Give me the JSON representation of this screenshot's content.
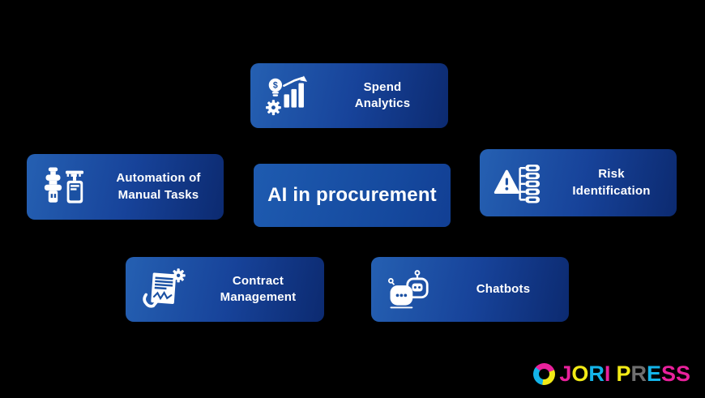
{
  "canvas": {
    "background": "#000000"
  },
  "colors": {
    "box_gradient_start": "#2560b2",
    "box_gradient_mid": "#17439a",
    "box_gradient_end": "#0c2a70",
    "center_box": "#1b53a7",
    "text": "#ffffff",
    "icon_cutout": "#1b51a3"
  },
  "center": {
    "label": "AI in procurement"
  },
  "nodes": [
    {
      "id": "spend-analytics",
      "label": "Spend\nAnalytics",
      "icon": "spend-analytics-icon",
      "position": "top"
    },
    {
      "id": "automation-of-manual-tasks",
      "label": "Automation of\nManual Tasks",
      "icon": "robot-arm-icon",
      "position": "left"
    },
    {
      "id": "risk-identification",
      "label": "Risk\nIdentification",
      "icon": "risk-warning-hierarchy-icon",
      "position": "right"
    },
    {
      "id": "contract-management",
      "label": "Contract\nManagement",
      "icon": "contract-document-gear-icon",
      "position": "bottom-left"
    },
    {
      "id": "chatbots",
      "label": "Chatbots",
      "icon": "chatbots-robot-icon",
      "position": "bottom-right"
    }
  ],
  "watermark": {
    "brand": "JORI PRESS",
    "swirl_colors": [
      "#14b4e9",
      "#e9219c",
      "#f2ea16"
    ],
    "letters": [
      {
        "char": "J",
        "color": "#e9219c"
      },
      {
        "char": "O",
        "color": "#f2ea16"
      },
      {
        "char": "R",
        "color": "#14b4e9"
      },
      {
        "char": "I",
        "color": "#e9219c"
      },
      {
        "char": " ",
        "color": ""
      },
      {
        "char": "P",
        "color": "#f2ea16"
      },
      {
        "char": "R",
        "color": "#6f6f6f"
      },
      {
        "char": "E",
        "color": "#14b4e9"
      },
      {
        "char": "S",
        "color": "#e9219c"
      },
      {
        "char": "S",
        "color": "#e9219c"
      }
    ]
  }
}
